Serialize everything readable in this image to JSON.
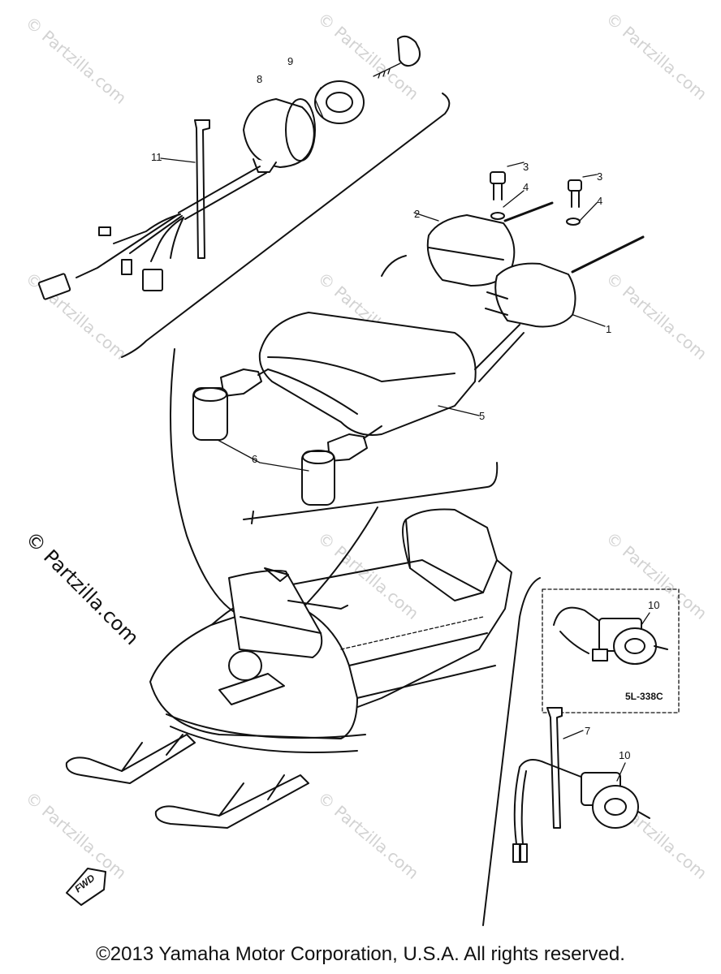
{
  "callouts": {
    "c1": "1",
    "c2": "2",
    "c3a": "3",
    "c3b": "3",
    "c4a": "4",
    "c4b": "4",
    "c5": "5",
    "c6": "6",
    "c7": "7",
    "c8": "8",
    "c9": "9",
    "c10a": "10",
    "c10b": "10",
    "c11": "11"
  },
  "variant_label": "5L-338C",
  "fwd_label": "FWD",
  "watermark": "© Partzilla.com",
  "side_watermark": "© Partzilla.com",
  "footer": "©2013 Yamaha Motor Corporation, U.S.A. All rights reserved."
}
